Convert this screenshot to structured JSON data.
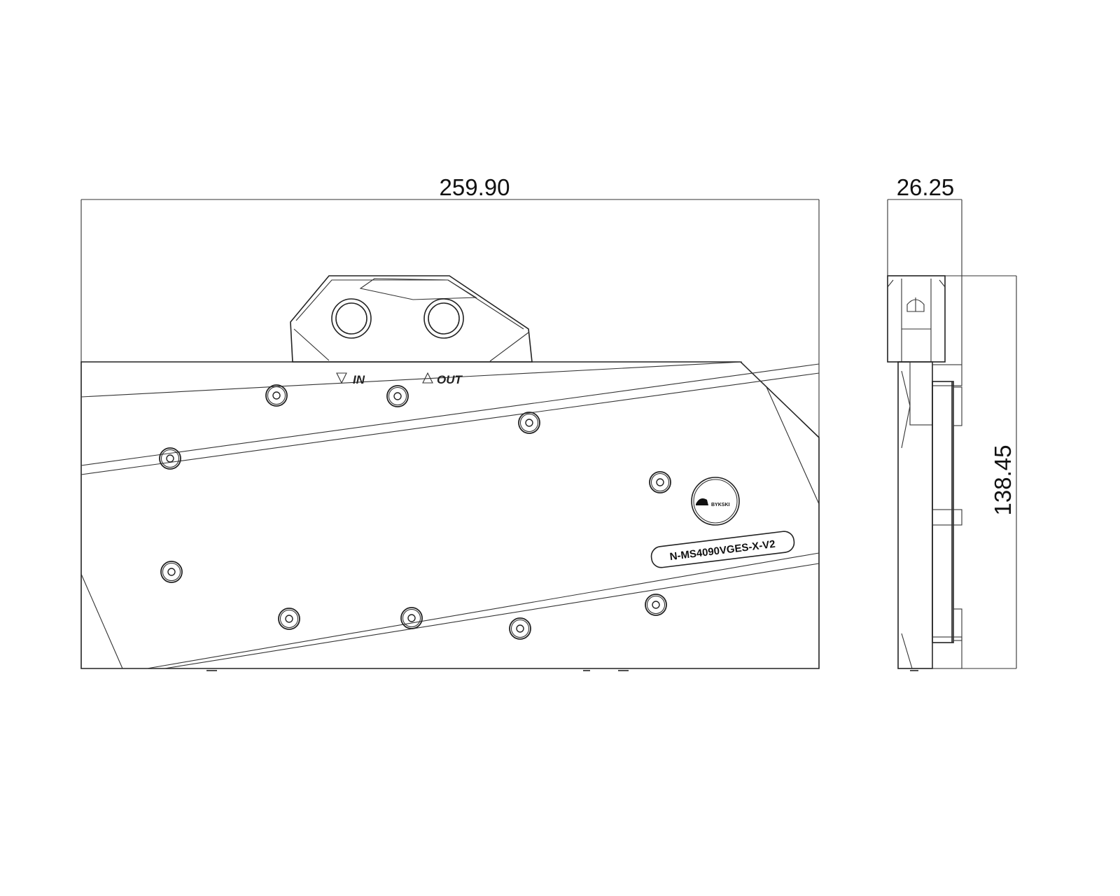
{
  "dimensions": {
    "width": "259.90",
    "thickness": "26.25",
    "height": "138.45"
  },
  "ports": {
    "in_label": "IN",
    "out_label": "OUT"
  },
  "nameplate": {
    "model": "N-MS4090VGES-X-V2"
  },
  "logo": {
    "text": "BYKSKI"
  }
}
